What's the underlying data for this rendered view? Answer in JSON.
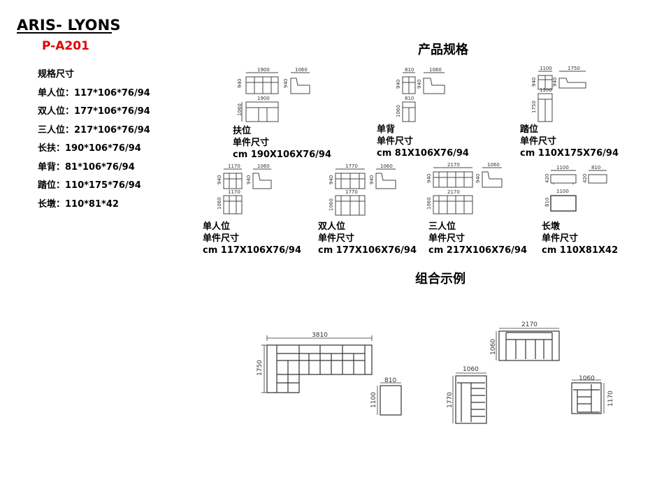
{
  "header": {
    "brand": "ARIS- LYONS",
    "model": "P-A201"
  },
  "specs": {
    "title": "规格尺寸",
    "items": [
      "单人位：117*106*76/94",
      "双人位：177*106*76/94",
      "三人位：217*106*76/94",
      "长扶：190*106*76/94",
      "单背：81*106*76/94",
      "踏位：110*175*76/94",
      "长墩：110*81*42"
    ]
  },
  "section_titles": {
    "products": "产品规格",
    "combos": "组合示例"
  },
  "products": [
    {
      "name": "扶位",
      "subtitle": "单件尺寸",
      "size": "cm 190X106X76/94",
      "dims": [
        "1900",
        "1060",
        "940",
        "940",
        "1900",
        "1060"
      ]
    },
    {
      "name": "单背",
      "subtitle": "单件尺寸",
      "size": "cm 81X106X76/94",
      "dims": [
        "810",
        "1060",
        "940",
        "940",
        "810",
        "1060"
      ]
    },
    {
      "name": "踏位",
      "subtitle": "单件尺寸",
      "size": "cm 110X175X76/94",
      "dims": [
        "1100",
        "1750",
        "940",
        "940",
        "1100",
        "1750"
      ]
    },
    {
      "name": "单人位",
      "subtitle": "单件尺寸",
      "size": "cm 117X106X76/94",
      "dims": [
        "1170",
        "1060",
        "940",
        "940",
        "1170",
        "1060"
      ]
    },
    {
      "name": "双人位",
      "subtitle": "单件尺寸",
      "size": "cm 177X106X76/94",
      "dims": [
        "1770",
        "1060",
        "940",
        "940",
        "1770",
        "1060"
      ]
    },
    {
      "name": "三人位",
      "subtitle": "单件尺寸",
      "size": "cm 217X106X76/94",
      "dims": [
        "2170",
        "1060",
        "940",
        "940",
        "2170",
        "1060"
      ]
    },
    {
      "name": "长墩",
      "subtitle": "单件尺寸",
      "size": "cm 110X81X42",
      "dims": [
        "1100",
        "810",
        "420",
        "420",
        "1100",
        "810"
      ]
    }
  ],
  "combos": {
    "c1": {
      "w": "3810",
      "h": "1750"
    },
    "c2": {
      "w": "810",
      "h": "1100"
    },
    "c3": {
      "w": "2170",
      "h": "1060"
    },
    "c4": {
      "w": "1060",
      "h": "1770"
    },
    "c5": {
      "w": "1060",
      "h": "1170"
    }
  }
}
